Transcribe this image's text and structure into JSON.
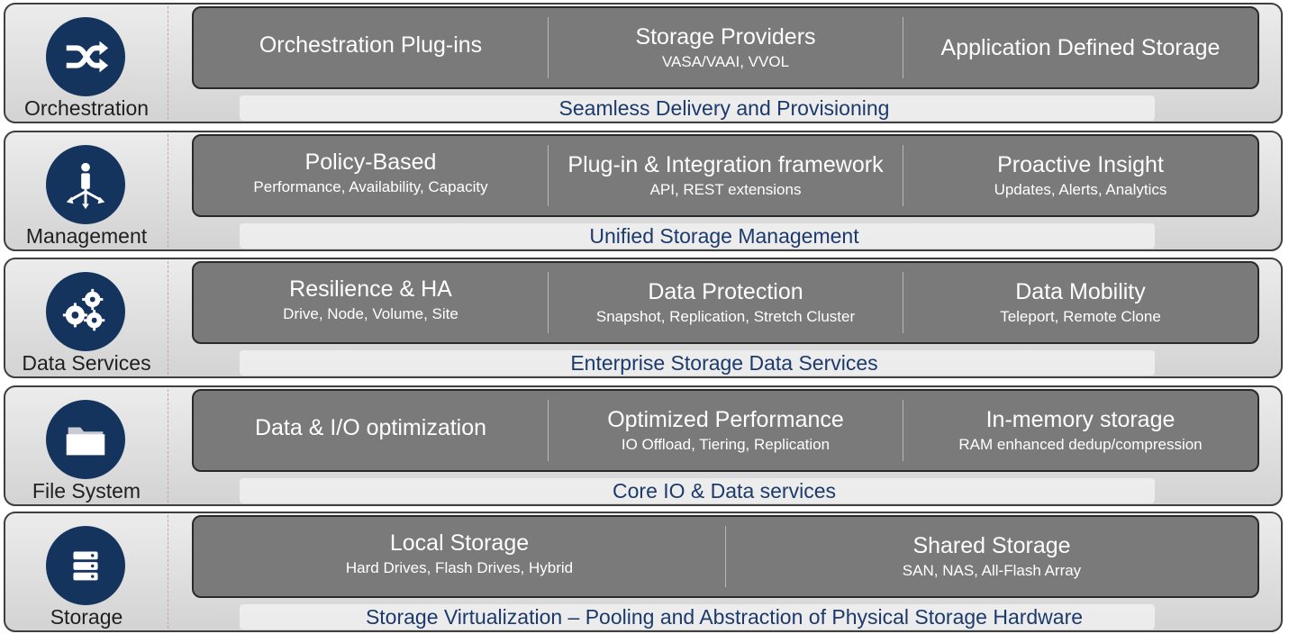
{
  "layers": [
    {
      "name": "Orchestration",
      "icon": "shuffle-arrows-icon",
      "caption": "Seamless Delivery and Provisioning",
      "cells": [
        {
          "title": "Orchestration Plug-ins",
          "sub": ""
        },
        {
          "title": "Storage Providers",
          "sub": "VASA/VAAI, VVOL"
        },
        {
          "title": "Application Defined Storage",
          "sub": ""
        }
      ]
    },
    {
      "name": "Management",
      "icon": "person-arrows-icon",
      "caption": "Unified Storage Management",
      "cells": [
        {
          "title": "Policy-Based",
          "sub": "Performance, Availability, Capacity"
        },
        {
          "title": "Plug-in & Integration framework",
          "sub": "API, REST extensions"
        },
        {
          "title": "Proactive Insight",
          "sub": "Updates, Alerts, Analytics"
        }
      ]
    },
    {
      "name": "Data Services",
      "icon": "gears-icon",
      "caption": "Enterprise Storage Data Services",
      "cells": [
        {
          "title": "Resilience & HA",
          "sub": "Drive, Node, Volume, Site"
        },
        {
          "title": "Data Protection",
          "sub": "Snapshot, Replication, Stretch Cluster"
        },
        {
          "title": "Data Mobility",
          "sub": "Teleport, Remote Clone"
        }
      ]
    },
    {
      "name": "File System",
      "icon": "folder-icon",
      "caption": "Core IO & Data services",
      "cells": [
        {
          "title": "Data & I/O optimization",
          "sub": ""
        },
        {
          "title": "Optimized Performance",
          "sub": "IO Offload, Tiering, Replication"
        },
        {
          "title": "In-memory storage",
          "sub": "RAM enhanced dedup/compression"
        }
      ]
    },
    {
      "name": "Storage",
      "icon": "server-stack-icon",
      "caption": "Storage Virtualization – Pooling and Abstraction of Physical Storage Hardware",
      "cells": [
        {
          "title": "Local Storage",
          "sub": "Hard Drives, Flash Drives, Hybrid"
        },
        {
          "title": "Shared Storage",
          "sub": "SAN, NAS, All-Flash Array"
        }
      ]
    }
  ],
  "colors": {
    "icon_circle": "#14345e",
    "bar_fill": "#7a7a7a",
    "caption_text": "#1c3a6b",
    "layer_fill": "#dcdcdc"
  }
}
